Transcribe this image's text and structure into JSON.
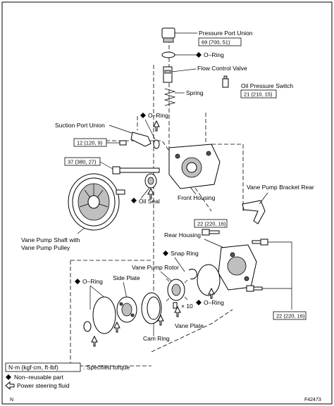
{
  "labels": {
    "pressure_port_union": "Pressure Port Union",
    "torque_69": "69 (700, 51)",
    "o_ring_top": "O–Ring",
    "flow_control_valve": "Flow Control Valve",
    "oil_pressure_switch": "Oil Pressure Switch",
    "torque_21": "21 (210, 15)",
    "spring": "Spring",
    "o_ring_suction": "O–Ring",
    "suction_port_union": "Suction Port Union",
    "torque_12": "12 (120, 9)",
    "torque_37": "37 (380, 27)",
    "oil_seal": "Oil Seal",
    "front_housing": "Front Housing",
    "vane_pump_bracket_rear": "Vane Pump Bracket Rear",
    "vane_pump_shaft_line1": "Vane Pump Shaft with",
    "vane_pump_shaft_line2": "Vane Pump Pulley",
    "torque_22a": "22 (220, 16)",
    "rear_housing": "Rear Housing",
    "snap_ring": "Snap Ring",
    "vane_pump_rotor": "Vane Pump Rotor",
    "side_plate": "Side Plate",
    "o_ring_left": "O–Ring",
    "x10": "× 10",
    "o_ring_right": "O–Ring",
    "vane_plate": "Vane Plate",
    "cam_ring": "Cam Ring",
    "torque_22b": "22 (220, 16)"
  },
  "legend": {
    "torque_key": "N·m (kgf·cm, ft·lbf)",
    "torque_desc": ": Specified torque",
    "non_reusable": "Non–reusable part",
    "fluid": "Power steering fluid"
  },
  "footer": {
    "figure_id": "F42473",
    "corner_mark": "N"
  },
  "icons": [
    "non-reusable-diamond-icon",
    "fluid-arrow-icon"
  ]
}
